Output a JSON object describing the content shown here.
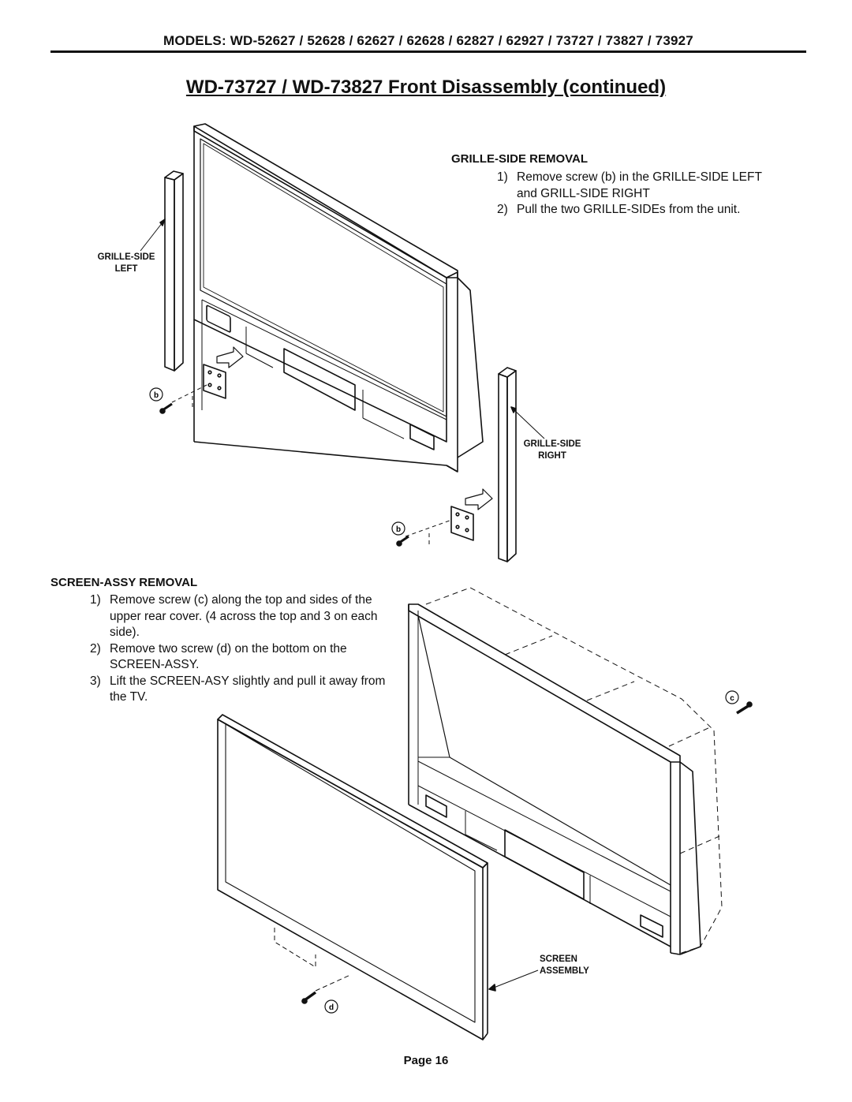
{
  "header": {
    "models": "MODELS: WD-52627 / 52628 / 62627 / 62628 / 62827 / 62927 / 73727 / 73827 / 73927"
  },
  "title": "WD-73727 / WD-73827 Front Disassembly (continued)",
  "grille_section": {
    "heading": "GRILLE-SIDE REMOVAL",
    "steps": [
      {
        "num": "1)",
        "text": "Remove screw (b) in the GRILLE-SIDE LEFT and GRILL-SIDE RIGHT"
      },
      {
        "num": "2)",
        "text": "Pull the two GRILLE-SIDEs from the unit."
      }
    ]
  },
  "screen_section": {
    "heading": "SCREEN-ASSY REMOVAL",
    "steps": [
      {
        "num": "1)",
        "text": "Remove screw (c) along the top and sides of the upper rear cover. (4 across the top and 3 on each side)."
      },
      {
        "num": "2)",
        "text": "Remove two screw (d) on the bottom on the SCREEN-ASSY."
      },
      {
        "num": "3)",
        "text": "Lift the SCREEN-ASY slightly and pull it away from the TV."
      }
    ]
  },
  "labels": {
    "grille_left_line1": "GRILLE-SIDE",
    "grille_left_line2": "LEFT",
    "grille_right_line1": "GRILLE-SIDE",
    "grille_right_line2": "RIGHT",
    "screen_line1": "SCREEN",
    "screen_line2": "ASSEMBLY",
    "screw_b": "b",
    "screw_c": "c",
    "screw_d": "d"
  },
  "footer": {
    "page": "Page 16"
  }
}
